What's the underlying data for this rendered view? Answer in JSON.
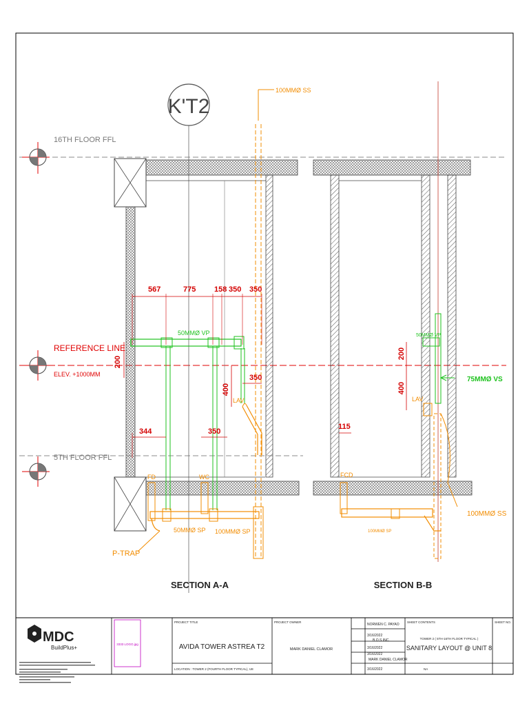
{
  "drawing": {
    "room_tag": "K'T2",
    "levels": {
      "top": "16TH FLOOR FFL",
      "ref": "REFERENCE LINE",
      "elev": "ELEV. +1000MM",
      "bottom": "5TH FLOOR FFL"
    },
    "section_a": {
      "title": "SECTION A-A",
      "dims_top": [
        "567",
        "775",
        "158",
        "350",
        "350"
      ],
      "dim_200": "200",
      "dim_400": "400",
      "dim_350_mid": "350",
      "dim_344": "344",
      "dim_350_low": "350",
      "labels": {
        "ss": "100MMØ SS",
        "vp": "50MMØ VP",
        "lav": "LAV",
        "fd": "FD",
        "wc": "WC",
        "sp50": "50MMØ SP",
        "sp100": "100MMØ SP",
        "ptrap": "P-TRAP"
      }
    },
    "section_b": {
      "title": "SECTION B-B",
      "dim_200": "200",
      "dim_400": "400",
      "dim_115": "115",
      "labels": {
        "vp": "50MMØ VP",
        "vs": "75MMØ VS",
        "lav": "LAV",
        "fcd": "FCD",
        "sp": "100MMØ SP",
        "ss": "100MMØ SS"
      }
    }
  },
  "title_block": {
    "logo_text": "MDC",
    "logo_sub": "BuildPlus+",
    "logo_note": "3333 LOGO.jpg",
    "project_label": "PROJECT TITLE",
    "project": "AVIDA TOWER ASTREA T2",
    "location": "LOCATION : TOWER 2 (FOURTH FLOOR TYPICAL), U8",
    "owner_label": "PROJECT OWNER",
    "owner": "MARK DANIEL CLAMOR",
    "designed_by": "NORWEN C. PAYAO",
    "checked_by": "B.O.S INC.",
    "approved_by": "MARK DANIEL CLAMOR",
    "dates": [
      "3/16/2022",
      "3/16/2022",
      "3/16/2022",
      "3/16/2022"
    ],
    "sheet_contents_label": "SHEET CONTENTS",
    "sheet_subtitle": "TOWER 2 ( 5TH-16TH FLOOR TYPICAL )",
    "sheet_title": "SANITARY LAYOUT @ UNIT 8",
    "sheet_label": "SHEET NO.",
    "rev": "NA"
  },
  "colors": {
    "red": "#e00000",
    "orange": "#f28c00",
    "green": "#1ec21e",
    "dimred": "#d40000",
    "line": "#333333"
  }
}
